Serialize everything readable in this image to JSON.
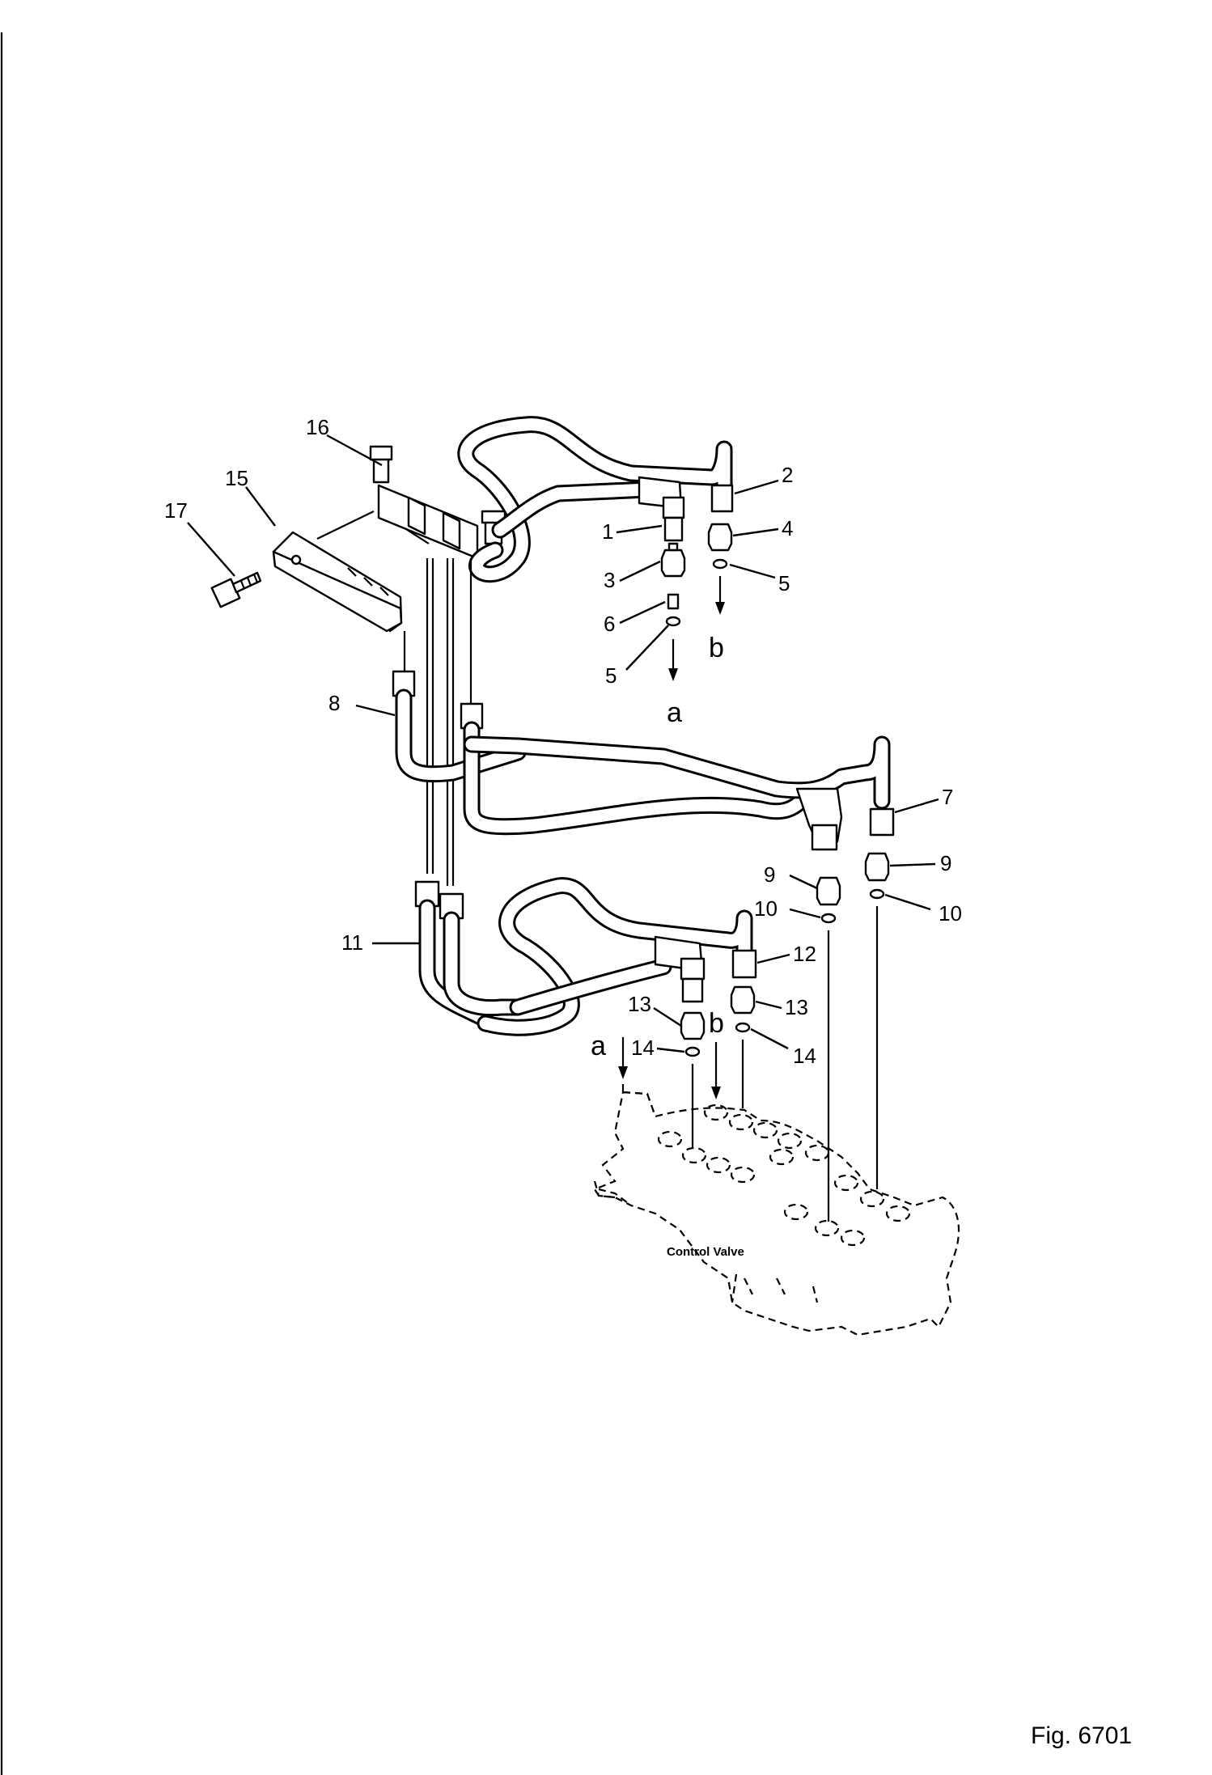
{
  "figure": {
    "label": "Fig. 6701"
  },
  "component_label": "Control Valve",
  "flow_letters": {
    "a": "a",
    "b": "b"
  },
  "callouts": {
    "c1": "1",
    "c2": "2",
    "c3": "3",
    "c4": "4",
    "c5a": "5",
    "c5b": "5",
    "c6": "6",
    "c7": "7",
    "c8": "8",
    "c9a": "9",
    "c9b": "9",
    "c10a": "10",
    "c10b": "10",
    "c11": "11",
    "c12": "12",
    "c13a": "13",
    "c13b": "13",
    "c14a": "14",
    "c14b": "14",
    "c15": "15",
    "c16": "16",
    "c17": "17"
  }
}
